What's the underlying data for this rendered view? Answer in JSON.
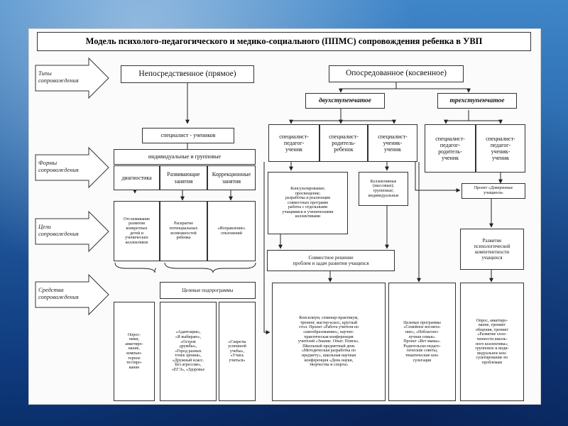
{
  "title": "Модель психолого-педагогического и медико-социального (ППМС) сопровождения ребенка в УВП",
  "side_labels": {
    "types": "Типы\nсопровождения",
    "forms": "Формы\nсопровождения",
    "goals": "Цели\nсопровождения",
    "means": "Средства\nсопровождения"
  },
  "types": {
    "direct": "Непосредственное (прямое)",
    "indirect": "Опосредованное (косвенное)",
    "two_step": "двухступенчатое",
    "three_step": "трехступенчатое"
  },
  "specialists": {
    "specialist_student": "специалист - учеников",
    "sp_teacher_student": "специалист-\nпедагог-\nученик",
    "sp_parent_child": "специалист-\nродитель-\nребенок",
    "sp_student_student": "специалист-\nученик-\nученик",
    "sp_teacher_parent_student": "специалист-\nпедагог-\nродитель-\nученик",
    "sp_teacher_student_student": "специалист-\nпедагог-\nученик-\nученик"
  },
  "forms": {
    "individual_group": "индивидуальные и групповые",
    "diagnostics": "диагностика",
    "developing": "Развивающие\nзанятия",
    "corrective": "Коррекционные\nзанятия",
    "consultations": "Консультирование;\nпросвещение;\nразработка и реализация\nсовместных программ\nработы с отдельными\nучащимися и ученическими\nколлективами",
    "collective": "Коллективные\n(массовые);\nгрупповые;\nиндивидуальные",
    "project": "Проект «Доверенные\nучащиеся»"
  },
  "goals": {
    "g1": "Отслеживание\nразвития\nконкретных\nдетей и\nученических\nколлективов",
    "g2": "Раскрытие\nпотенциальных\nвозможностей\nребенка",
    "g3": "«Исправление»\nотклонений",
    "joint": "Совместное решение\nпроблем и задач развития учащихся",
    "competence": "Развитие\nпсихологической\nкомпетентности\nучащихся"
  },
  "means": {
    "target_subprograms": "Целевые подпрограммы",
    "m_survey": "Опрос-\nники,\nанкетиро-\nвание,\nкомпью-\nтерное\nтестиро-\nвание",
    "m_adapt": "«Адаптация»,\n«Я выбираю»,\n«Остров\nдружбы»,\n«Город разных\nточек зрения»,\n«Дружный класс.\nБез агрессии»,\n«ЕГЭ», «Здоровье",
    "m_secrets": "«Секреты\nуспешной\nучебы»,\n«Учись\nучиться»",
    "m_council": "Консилиум, семинар-практикум,\nтренинг, мастер-класс, круглый\nстол. Проект «Работа учителя по\nсамообразованию», научно-\nпрактическая конференция\nучителей «Знание. Опыт. Поиск».\nШкольный предметный день\n«Методическая разработка по\nпредмету», школьная научная\nконференция «День науки,\nтворчества и спорта»",
    "m_target_programs": "Целевые программы\n«Семейное воспита-\nние», «Неблагопо-\nлучная семья».\nПроект «Вет мамы».\nРодительско-педаго-\nгические советы,\nтематические кон-\nсультации",
    "m_survey2": "Опрос, анкетиро-\nвание, тренинг\nобщения, тренинг\n«Развитие спло-\nченности школь-\nного коллектива»;\nгрупповое и инди-\nвидуальное кон-\nсультирование по\nпроблемам"
  }
}
